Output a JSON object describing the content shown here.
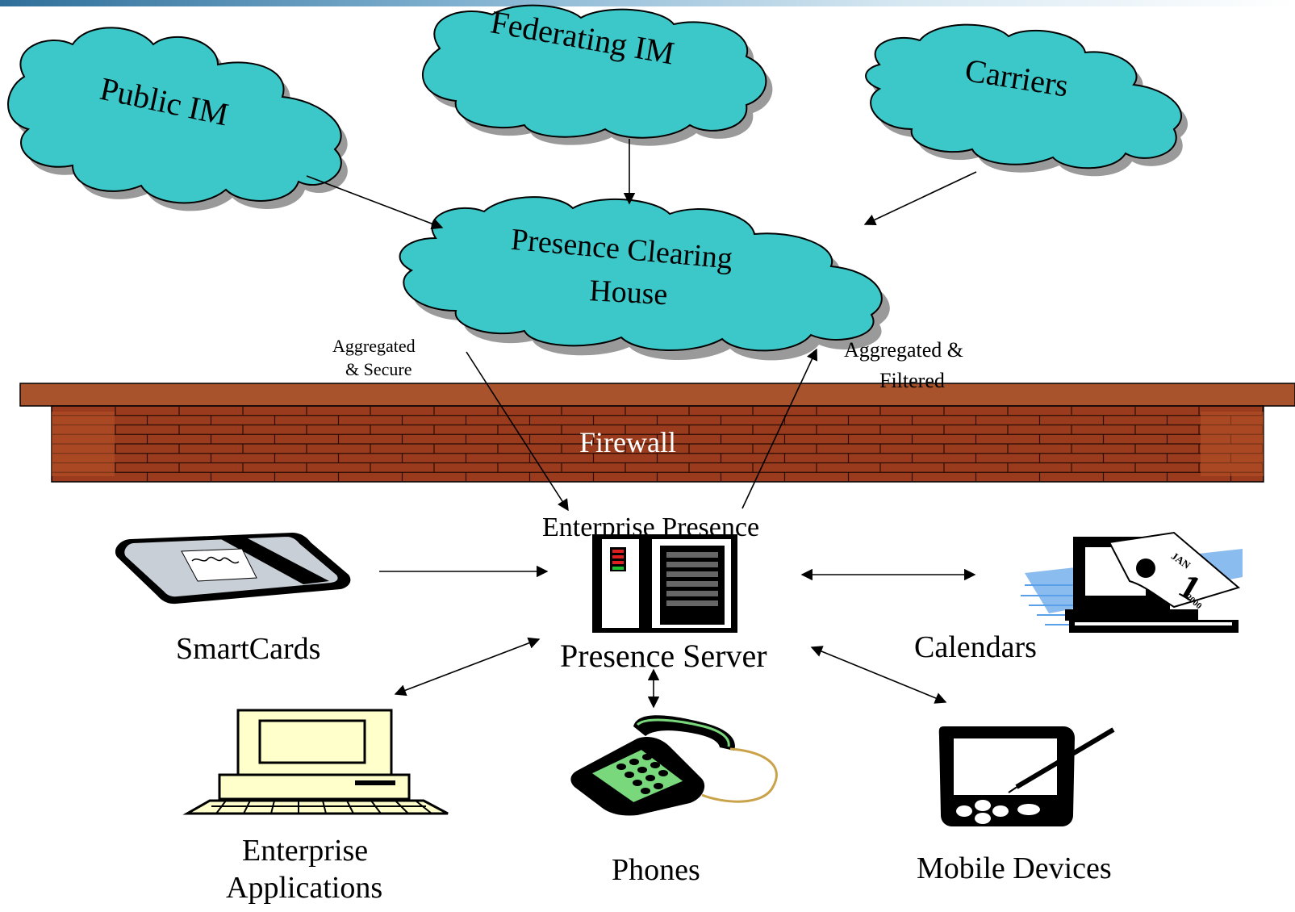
{
  "clouds": {
    "public_im": "Public IM",
    "federating_im": "Federating IM",
    "carriers": "Carriers",
    "clearing_house_line1": "Presence Clearing",
    "clearing_house_line2": "House"
  },
  "edges": {
    "aggregated_secure_line1": "Aggregated",
    "aggregated_secure_line2": "& Secure",
    "aggregated_filtered_line1": "Aggregated &",
    "aggregated_filtered_line2": "Filtered"
  },
  "firewall": {
    "label": "Firewall"
  },
  "server": {
    "enterprise_label": "Enterprise Presence",
    "label": "Presence Server"
  },
  "nodes": {
    "smartcards": "SmartCards",
    "calendars": "Calendars",
    "enterprise_apps_line1": "Enterprise",
    "enterprise_apps_line2": "Applications",
    "phones": "Phones",
    "mobile_devices": "Mobile Devices"
  },
  "calendar_icon": {
    "month": "JAN",
    "day": "1",
    "year": "2000"
  },
  "colors": {
    "cloud_fill": "#3cc7c9",
    "firewall_brick": "#9b3b1e",
    "firewall_cap": "#a9532c",
    "firewall_mortar": "#2a0d05",
    "phone_green": "#79d87c",
    "computer_cream": "#ffffcc"
  }
}
